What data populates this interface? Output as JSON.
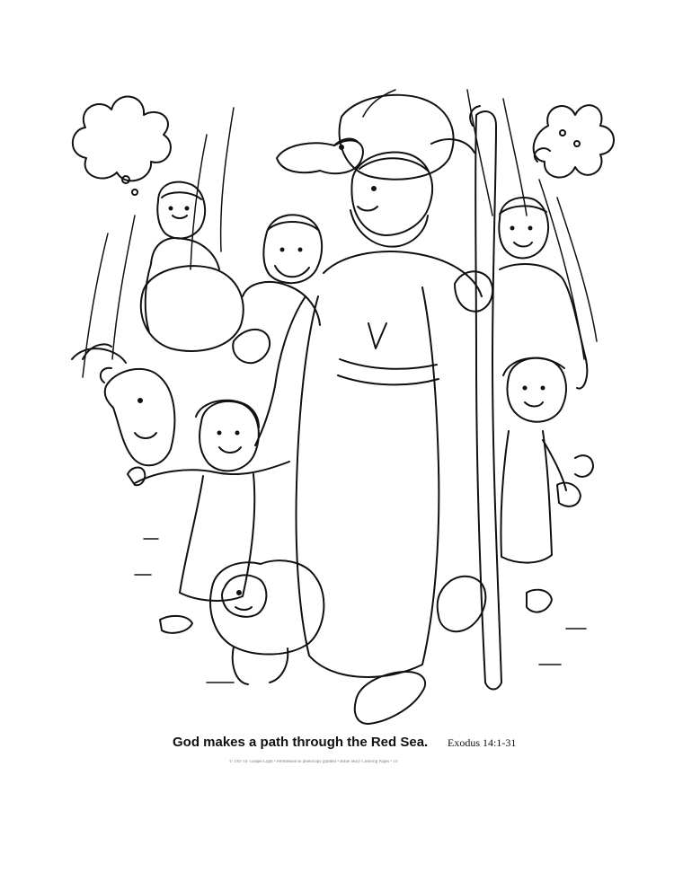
{
  "caption": {
    "title": "God makes a path through the Red Sea.",
    "reference": "Exodus 14:1-31"
  },
  "footer": {
    "copyright": "© 1997 by Gospel Light • Permission to photocopy granted • Bible Story Coloring Pages • 19"
  },
  "colors": {
    "ink": "#111111",
    "paper": "#ffffff"
  }
}
